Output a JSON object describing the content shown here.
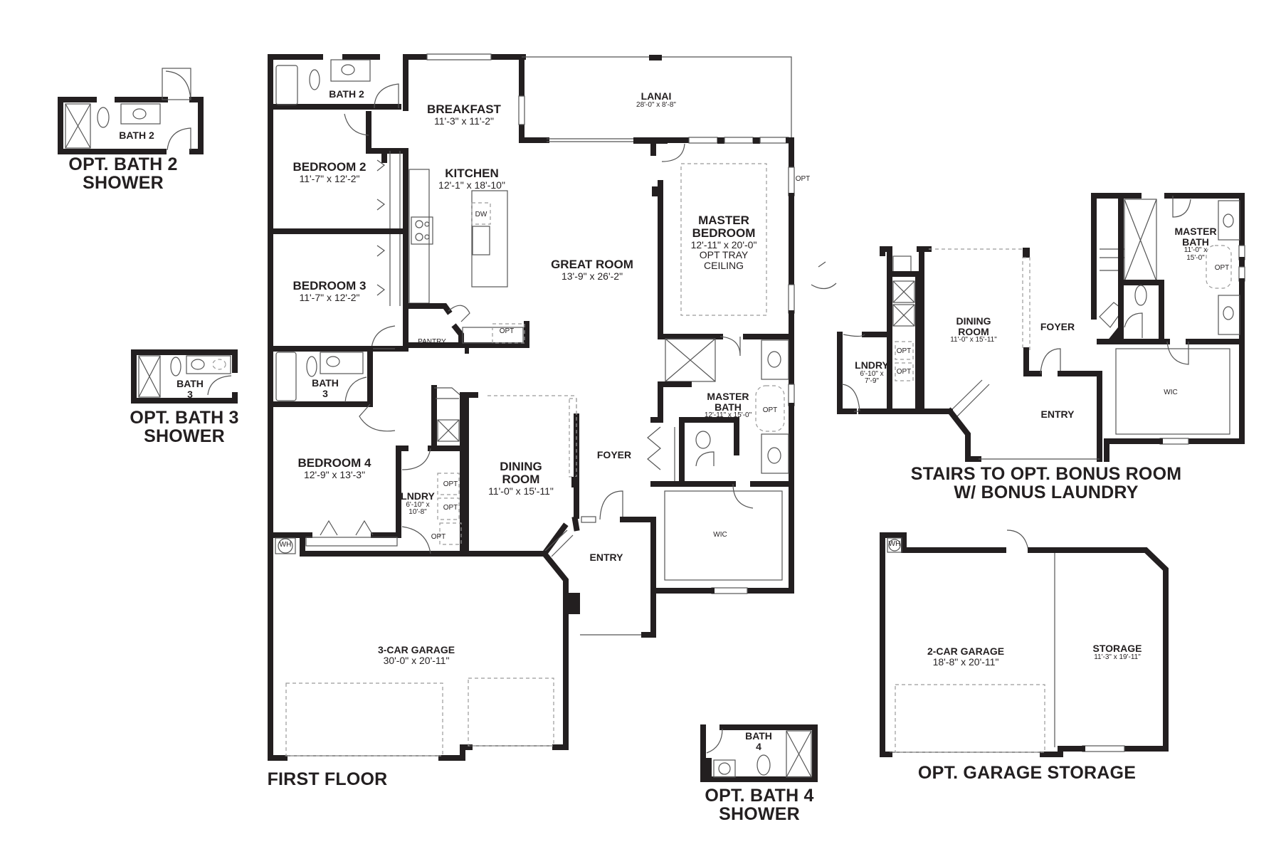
{
  "plan_title": "FIRST FLOOR",
  "colors": {
    "wall": "#231f20",
    "line": "#555555",
    "dashed": "#9a9a9a",
    "background": "#ffffff"
  },
  "first_floor": {
    "rooms": [
      {
        "id": "bath2",
        "name": "BATH 2",
        "dims": ""
      },
      {
        "id": "breakfast",
        "name": "BREAKFAST",
        "dims": "11'-3\" x 11'-2\""
      },
      {
        "id": "lanai",
        "name": "LANAI",
        "dims": "28'-0\" x 8'-8\""
      },
      {
        "id": "bedroom2",
        "name": "BEDROOM 2",
        "dims": "11'-7\" x 12'-2\""
      },
      {
        "id": "kitchen",
        "name": "KITCHEN",
        "dims": "12'-1\" x 18'-10\""
      },
      {
        "id": "great_room",
        "name": "GREAT ROOM",
        "dims": "13'-9\" x 26'-2\""
      },
      {
        "id": "master_bedroom",
        "name": "MASTER BEDROOM",
        "line1": "MASTER",
        "line2": "BEDROOM",
        "dims": "12'-11\" x 20'-0\"",
        "note1": "OPT TRAY",
        "note2": "CEILING"
      },
      {
        "id": "bedroom3",
        "name": "BEDROOM 3",
        "dims": "11'-7\" x 12'-2\""
      },
      {
        "id": "bath3",
        "name": "BATH 3",
        "line1": "BATH",
        "line2": "3"
      },
      {
        "id": "master_bath",
        "name": "MASTER BATH",
        "line1": "MASTER",
        "line2": "BATH",
        "dims": "12'-11\" x 15'-0\""
      },
      {
        "id": "bedroom4",
        "name": "BEDROOM 4",
        "dims": "12'-9\" x 13'-3\""
      },
      {
        "id": "laundry",
        "name": "LNDRY",
        "dims1": "6'-10\" x",
        "dims2": "10'-8\""
      },
      {
        "id": "dining",
        "name": "DINING ROOM",
        "line1": "DINING",
        "line2": "ROOM",
        "dims": "11'-0\" x 15'-11\""
      },
      {
        "id": "foyer",
        "name": "FOYER"
      },
      {
        "id": "entry",
        "name": "ENTRY"
      },
      {
        "id": "wic",
        "name": "WIC"
      },
      {
        "id": "garage3",
        "name": "3-CAR GARAGE",
        "dims": "30'-0\" x 20'-11\""
      }
    ],
    "fixtures": {
      "pantry": "PANTRY",
      "dishwasher": "DW",
      "water_heater": "WH",
      "opt": "OPT"
    }
  },
  "options": {
    "bath2_shower": {
      "title1": "OPT. BATH 2",
      "title2": "SHOWER",
      "room": "BATH 2"
    },
    "bath3_shower": {
      "title1": "OPT. BATH 3",
      "title2": "SHOWER",
      "room_line1": "BATH",
      "room_line2": "3"
    },
    "bath4_shower": {
      "title1": "OPT. BATH 4",
      "title2": "SHOWER",
      "room_line1": "BATH",
      "room_line2": "4"
    },
    "bonus_stairs": {
      "title1": "STAIRS TO OPT. BONUS ROOM",
      "title2": "W/ BONUS LAUNDRY",
      "rooms": {
        "dining": {
          "line1": "DINING",
          "line2": "ROOM",
          "dims": "11'-0\" x 15'-11\""
        },
        "laundry": {
          "name": "LNDRY",
          "dims1": "6'-10\" x",
          "dims2": "7'-9\""
        },
        "foyer": "FOYER",
        "entry": "ENTRY",
        "master_bath": {
          "line1": "MASTER",
          "line2": "BATH",
          "dims1": "11'-0\" x",
          "dims2": "15'-0\""
        },
        "wic": "WIC"
      }
    },
    "garage_storage": {
      "title": "OPT. GARAGE STORAGE",
      "garage": {
        "name": "2-CAR GARAGE",
        "dims": "18'-8\" x 20'-11\""
      },
      "storage": {
        "name": "STORAGE",
        "dims": "11'-3\" x 19'-11\""
      },
      "water_heater": "WH"
    }
  }
}
